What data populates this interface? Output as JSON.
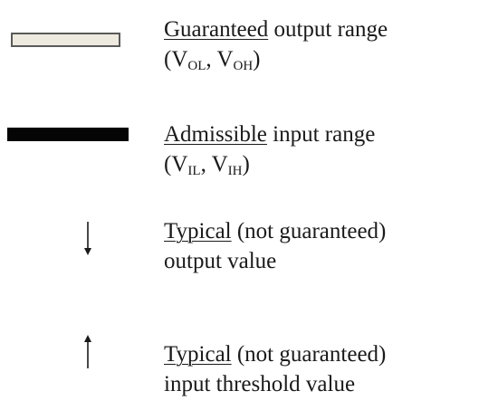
{
  "legend": {
    "items": [
      {
        "symbol": "outlined-bar",
        "color": "#eeeae0",
        "label_underlined": "Guaranteed",
        "label_rest": " output range",
        "range_open": "(V",
        "sub_a": "OL",
        "range_sep": ", V",
        "sub_b": "OH",
        "range_close": ")"
      },
      {
        "symbol": "solid-bar",
        "color": "#050505",
        "label_underlined": "Admissible",
        "label_rest": " input range",
        "range_open": "(V",
        "sub_a": "IL",
        "range_sep": ", V",
        "sub_b": "IH",
        "range_close": ")"
      },
      {
        "symbol": "down-arrow-icon",
        "label_underlined": "Typical",
        "label_rest": " (not guaranteed)",
        "line2": "output value"
      },
      {
        "symbol": "up-arrow-icon",
        "label_underlined": "Typical",
        "label_rest": " (not guaranteed)",
        "line2": "input threshold value"
      }
    ]
  }
}
